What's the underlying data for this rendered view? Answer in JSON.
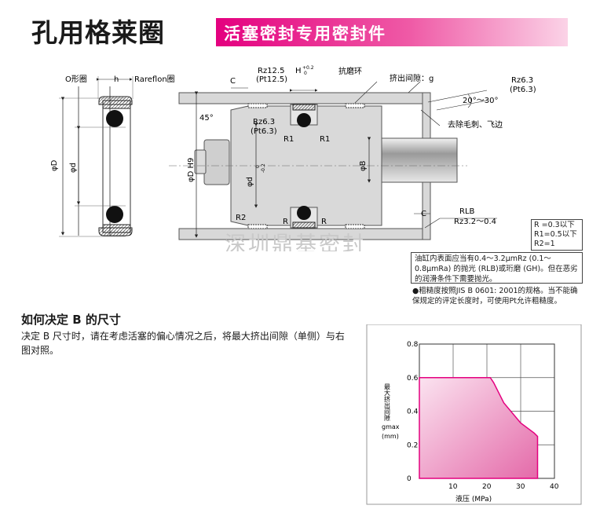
{
  "header": {
    "title": "孔用格莱圈",
    "banner": "活塞密封专用密封件"
  },
  "diagram": {
    "labels": {
      "o_ring": "O形圈",
      "h": "h",
      "rareflon": "Rareflon圈",
      "c_top": "C",
      "rz12": "Rz12.5",
      "pt12": "(Pt12.5)",
      "h_tol": "H",
      "h_plus": "+0.2",
      "h_zero": "0",
      "wear_ring": "抗磨环",
      "gap": "挤出间隙：g",
      "rz63_right": "Rz6.3",
      "pt63_right": "(Pt6.3)",
      "angle": "20°～30°",
      "deburr": "去除毛刺、飞边",
      "deg45": "45°",
      "rz63_mid": "Rz6.3",
      "pt63_mid": "(Pt6.3)",
      "r1a": "R1",
      "r1b": "R1",
      "phi_D": "φD",
      "phi_d": "φd",
      "phi_DH9": "φD H9",
      "phi_d_tol": "φd",
      "d_tol_a": "0",
      "d_tol_b": "-0.2",
      "phi_B": "φB",
      "r2": "R2",
      "r_a": "R",
      "r_b": "R",
      "c_bottom": "C",
      "rlb": "RLB",
      "rz_range": "Rz3.2～0.4"
    },
    "watermark": "深圳鼎基密封"
  },
  "radius_box": {
    "line1": "R =0.3以下",
    "line2": "R1=0.5以下",
    "line3": "R2=1"
  },
  "note": {
    "text": "油缸内表面应当有0.4～3.2μmRz (0.1～0.8μmRa) 的抛光 (RLB)或珩磨 (GH)。但在恶劣的润滑条件下需要抛光。"
  },
  "note2": {
    "text": "●粗糙度按照JIS B 0601: 2001的规格。当不能确保规定的评定长度时，可使用Pt允许粗糙度。"
  },
  "section": {
    "title": "如何决定 B 的尺寸",
    "body": "决定 B 尺寸时，请在考虑活塞的偏心情况之后，将最大挤出间隙（单侧）与右图对照。"
  },
  "chart_data": {
    "type": "area",
    "title": "",
    "xlabel": "液压 (MPa)",
    "ylabel": "最大挤出间隙 gmax (mm)",
    "ylabel_vertical": "最大挤出间隙",
    "ylabel_symbol": "gmax",
    "ylabel_unit": "(mm)",
    "xlim": [
      0,
      40
    ],
    "ylim": [
      0,
      0.8
    ],
    "xticks": [
      10,
      20,
      30,
      40
    ],
    "yticks": [
      0,
      0.2,
      0.4,
      0.6,
      0.8
    ],
    "xtick_labels": [
      "10",
      "20",
      "30",
      "40"
    ],
    "ytick_labels": [
      "0",
      "0.2",
      "0.4",
      "0.6",
      "0.8"
    ],
    "grid": true,
    "series": [
      {
        "x": [
          0,
          21,
          22,
          25,
          30,
          34,
          35,
          35
        ],
        "y": [
          0.6,
          0.6,
          0.57,
          0.45,
          0.33,
          0.27,
          0.25,
          0.0
        ]
      }
    ],
    "colors": {
      "line": "#e4007f",
      "fill_top": "#f7d0e6",
      "fill_bottom": "#e46aa9"
    }
  }
}
